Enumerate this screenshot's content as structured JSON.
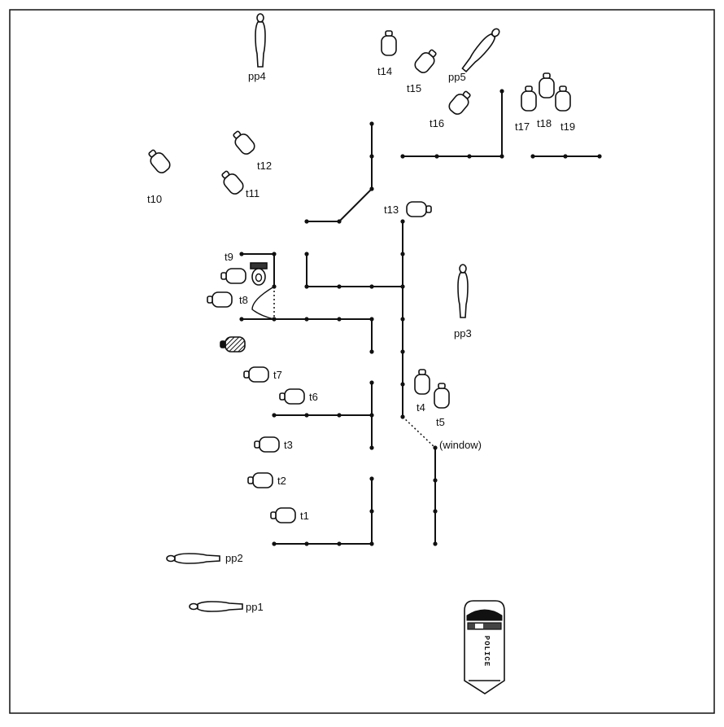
{
  "labels": {
    "pp1": "pp1",
    "pp2": "pp2",
    "pp3": "pp3",
    "pp4": "pp4",
    "pp5": "pp5",
    "t1": "t1",
    "t2": "t2",
    "t3": "t3",
    "t4": "t4",
    "t5": "t5",
    "t6": "t6",
    "t7": "t7",
    "t8": "t8",
    "t9": "t9",
    "t10": "t10",
    "t11": "t11",
    "t12": "t12",
    "t13": "t13",
    "t14": "t14",
    "t15": "t15",
    "t16": "t16",
    "t17": "t17",
    "t18": "t18",
    "t19": "t19",
    "window": "(window)"
  },
  "vehicle": {
    "text": "POLICE"
  }
}
